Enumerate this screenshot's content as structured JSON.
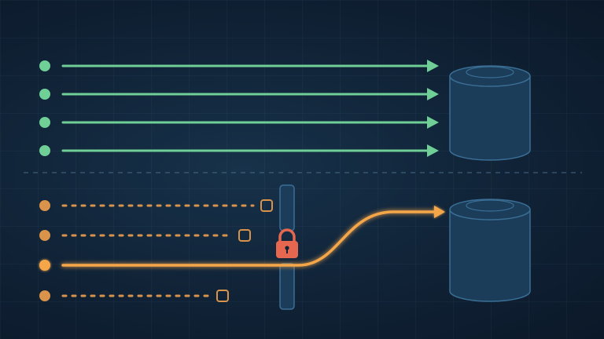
{
  "colors": {
    "background": "#102236",
    "parallel_stream": "#6fcf97",
    "blocked_stream": "#d9934a",
    "active_stream": "#f5a64a",
    "lock": "#e5674f",
    "database_fill": "#1b3d5a",
    "database_stroke": "#3a6e95",
    "divider": "#4a6a85"
  },
  "icons": {
    "source_node": "circle",
    "destination": "database-cylinder-icon",
    "waiting_request": "rounded-square-icon",
    "gate": "lock-icon"
  },
  "top_section": {
    "streams": [
      {
        "state": "flowing"
      },
      {
        "state": "flowing"
      },
      {
        "state": "flowing"
      },
      {
        "state": "flowing"
      }
    ]
  },
  "bottom_section": {
    "streams": [
      {
        "state": "waiting",
        "progress": 0.45
      },
      {
        "state": "waiting",
        "progress": 0.4
      },
      {
        "state": "active"
      },
      {
        "state": "waiting",
        "progress": 0.35
      }
    ]
  }
}
